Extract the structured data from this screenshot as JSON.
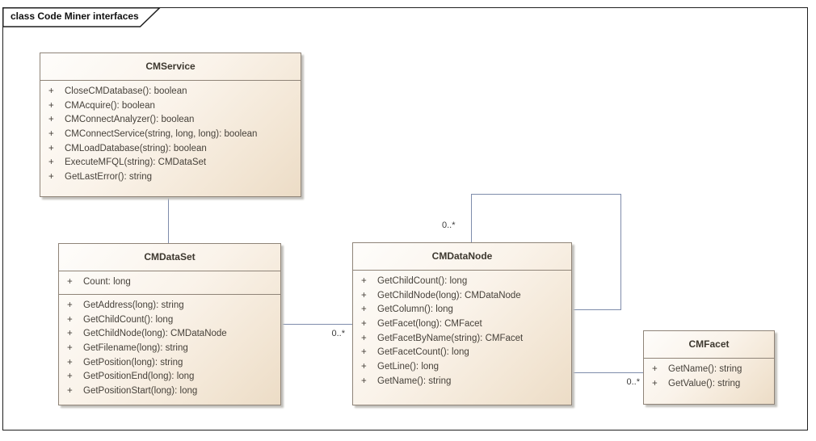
{
  "frame": {
    "title": "class Code Miner interfaces"
  },
  "colors": {
    "box_fill_light": "#fefdfb",
    "box_fill_dark": "#ecdcc6",
    "box_border": "#8f8478",
    "connector": "#7e8cab",
    "member_text": "#46413a",
    "class_name_text": "#3d382f",
    "frame_border": "#1f1f1f",
    "shadow": "#c2c0bb"
  },
  "classes": [
    {
      "name": "CMService",
      "attributes": [],
      "operations": [
        {
          "vis": "+",
          "sig": "CloseCMDatabase(): boolean"
        },
        {
          "vis": "+",
          "sig": "CMAcquire(): boolean"
        },
        {
          "vis": "+",
          "sig": "CMConnectAnalyzer(): boolean"
        },
        {
          "vis": "+",
          "sig": "CMConnectService(string, long, long): boolean"
        },
        {
          "vis": "+",
          "sig": "CMLoadDatabase(string): boolean"
        },
        {
          "vis": "+",
          "sig": "ExecuteMFQL(string): CMDataSet"
        },
        {
          "vis": "+",
          "sig": "GetLastError(): string"
        }
      ]
    },
    {
      "name": "CMDataSet",
      "attributes": [
        {
          "vis": "+",
          "sig": "Count: long"
        }
      ],
      "operations": [
        {
          "vis": "+",
          "sig": "GetAddress(long): string"
        },
        {
          "vis": "+",
          "sig": "GetChildCount(): long"
        },
        {
          "vis": "+",
          "sig": "GetChildNode(long): CMDataNode"
        },
        {
          "vis": "+",
          "sig": "GetFilename(long): string"
        },
        {
          "vis": "+",
          "sig": "GetPosition(long): string"
        },
        {
          "vis": "+",
          "sig": "GetPositionEnd(long): long"
        },
        {
          "vis": "+",
          "sig": "GetPositionStart(long): long"
        }
      ]
    },
    {
      "name": "CMDataNode",
      "attributes": [],
      "operations": [
        {
          "vis": "+",
          "sig": "GetChildCount(): long"
        },
        {
          "vis": "+",
          "sig": "GetChildNode(long): CMDataNode"
        },
        {
          "vis": "+",
          "sig": "GetColumn(): long"
        },
        {
          "vis": "+",
          "sig": "GetFacet(long): CMFacet"
        },
        {
          "vis": "+",
          "sig": "GetFacetByName(string): CMFacet"
        },
        {
          "vis": "+",
          "sig": "GetFacetCount(): long"
        },
        {
          "vis": "+",
          "sig": "GetLine(): long"
        },
        {
          "vis": "+",
          "sig": "GetName(): string"
        }
      ]
    },
    {
      "name": "CMFacet",
      "attributes": [],
      "operations": [
        {
          "vis": "+",
          "sig": "GetName(): string"
        },
        {
          "vis": "+",
          "sig": "GetValue(): string"
        }
      ]
    }
  ],
  "multiplicities": {
    "dataset_to_datanode": "0..*",
    "datanode_self": "0..*",
    "datanode_to_facet": "0..*"
  }
}
